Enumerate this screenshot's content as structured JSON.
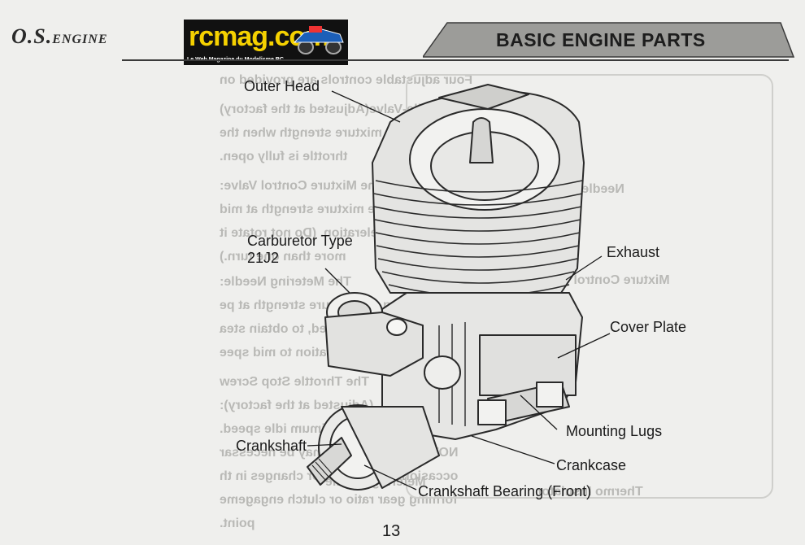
{
  "header": {
    "brand": "O.S.",
    "brand_suffix": "ENGINE",
    "title": "BASIC ENGINE PARTS"
  },
  "logo": {
    "name": "rcmag.com",
    "tagline": "Le Web Magazine du Modelisme RC"
  },
  "callouts": {
    "outer_head": "Outer Head",
    "carburetor": "Carburetor Type 21J2",
    "exhaust": "Exhaust",
    "cover_plate": "Cover Plate",
    "mounting_lugs": "Mounting Lugs",
    "crankcase": "Crankcase",
    "crankshaft": "Crankshaft",
    "crankshaft_bearing": "Crankshaft Bearing (Front)"
  },
  "bleed_through": [
    "Four adjustable controls are provided on",
    "The Needle-Valve(Adjusted at the factory)",
    "For adjusting the mixture strength when the",
    "throttle is fully open.",
    "The Mixture Control Valve:",
    "For changing the mixture strength at mid",
    "speed and acceleration. (Do not rotate it",
    "more than one turn.)",
    "The Metering Needle:",
    "For adjusting the mixture strength at pe",
    "idle and idle speed, to obtain stea",
    "and smooth acceleration to mid spee",
    "The Throttle Stop Screw",
    "(Adjusted at the factory):",
    "For setting the minimum idle speed.",
    "NOTE: Readjustment may be necessar",
    "occasionally to allow for changes in th",
    "forming gear ratio or clutch engageme",
    "point.",
    "Needle Valve",
    "Mixture Control Valve",
    "Thermo Insulator",
    "Metering Needle"
  ],
  "page_number": "13"
}
